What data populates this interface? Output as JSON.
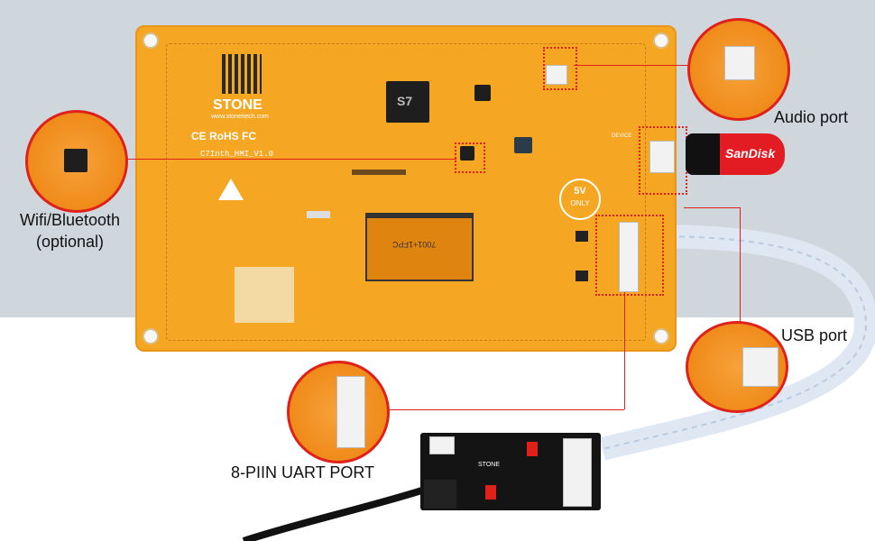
{
  "board": {
    "brand": "STONE",
    "website": "www.stoneitech.com",
    "model": "C7Inth_HMI_V1.0",
    "cert_marks": "CE RoHS FC",
    "chip_label": "S7",
    "power_badge_value": "5V",
    "power_badge_text": "ONLY",
    "fpc_label": "7001+1FPC",
    "device_silk": "DEVICE"
  },
  "callouts": {
    "wifi": "Wifi/Bluetooth",
    "wifi_note": "(optional)",
    "audio": "Audio port",
    "usb": "USB port",
    "uart": "8-PIIN UART PORT"
  },
  "usb_drive": {
    "brand": "SanDisk"
  },
  "debug_board": {
    "brand": "STONE"
  },
  "colors": {
    "pcb": "#f5a623",
    "highlight": "#e0201b",
    "background_top": "#cfd6dc"
  }
}
